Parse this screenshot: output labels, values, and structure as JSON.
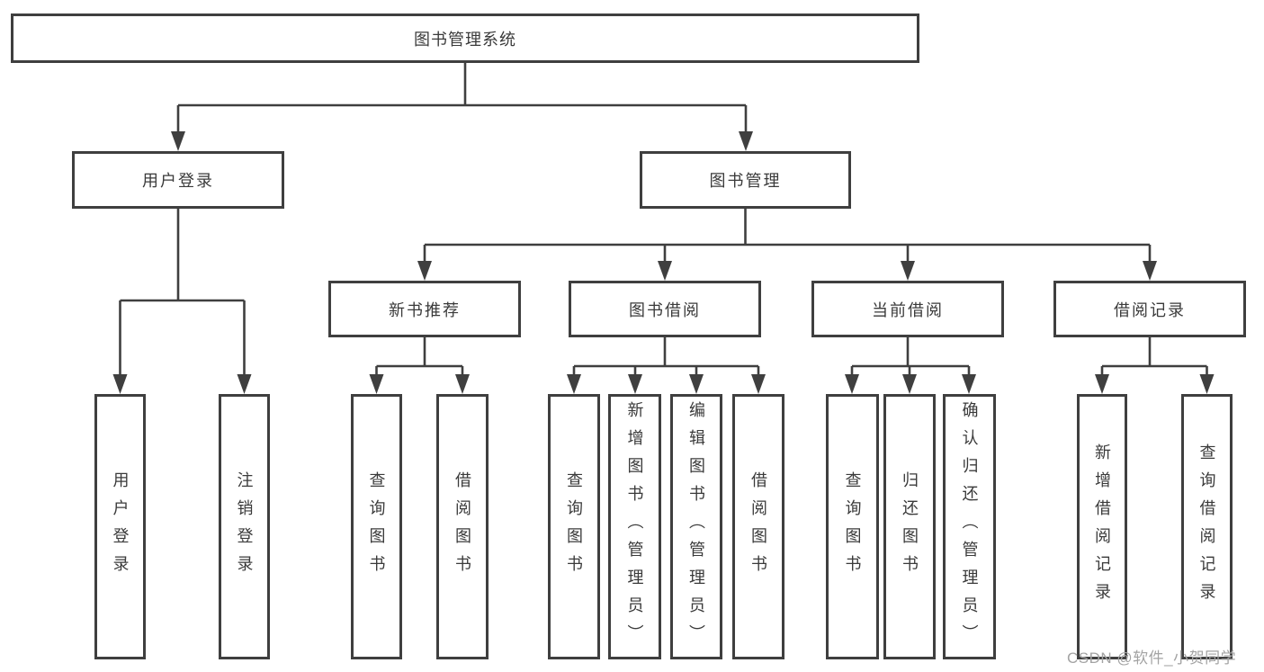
{
  "diagram": {
    "root": {
      "label": "图书管理系统"
    },
    "branches": [
      {
        "label": "用户登录",
        "leaves": [
          {
            "label": "用户登录"
          },
          {
            "label": "注销登录"
          }
        ]
      },
      {
        "label": "图书管理",
        "groups": [
          {
            "label": "新书推荐",
            "leaves": [
              {
                "label": "查询图书"
              },
              {
                "label": "借阅图书"
              }
            ]
          },
          {
            "label": "图书借阅",
            "leaves": [
              {
                "label": "查询图书"
              },
              {
                "label": "新增图书（管理员）"
              },
              {
                "label": "编辑图书（管理员）"
              },
              {
                "label": "借阅图书"
              }
            ]
          },
          {
            "label": "当前借阅",
            "leaves": [
              {
                "label": "查询图书"
              },
              {
                "label": "归还图书"
              },
              {
                "label": "确认归还（管理员）"
              }
            ]
          },
          {
            "label": "借阅记录",
            "leaves": [
              {
                "label": "新增借阅记录"
              },
              {
                "label": "查询借阅记录"
              }
            ]
          }
        ]
      }
    ]
  },
  "watermark": {
    "text": "CSDN @软件_小贺同学"
  },
  "colors": {
    "line": "#3f3f3f",
    "text": "#3a3a3a",
    "watermark": "#a3a3a3",
    "background": "#ffffff"
  }
}
